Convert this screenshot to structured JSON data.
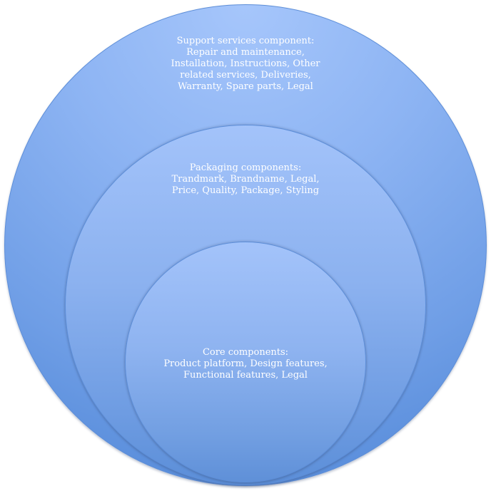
{
  "outer_circle": {
    "lines": [
      "Support services component:",
      "Repair and maintenance,",
      "Installation, Instructions, Other",
      "related services, Deliveries,",
      "Warranty, Spare parts, Legal"
    ]
  },
  "middle_circle": {
    "lines": [
      "Packaging components:",
      "Trandmark, Brandname, Legal,",
      "Price, Quality, Package, Styling"
    ]
  },
  "inner_circle": {
    "lines": [
      "Core components:",
      "Product platform, Design features,",
      "Functional features, Legal"
    ]
  },
  "colors": {
    "circle_fill": "#8db4f3",
    "text": "#ffffff"
  }
}
